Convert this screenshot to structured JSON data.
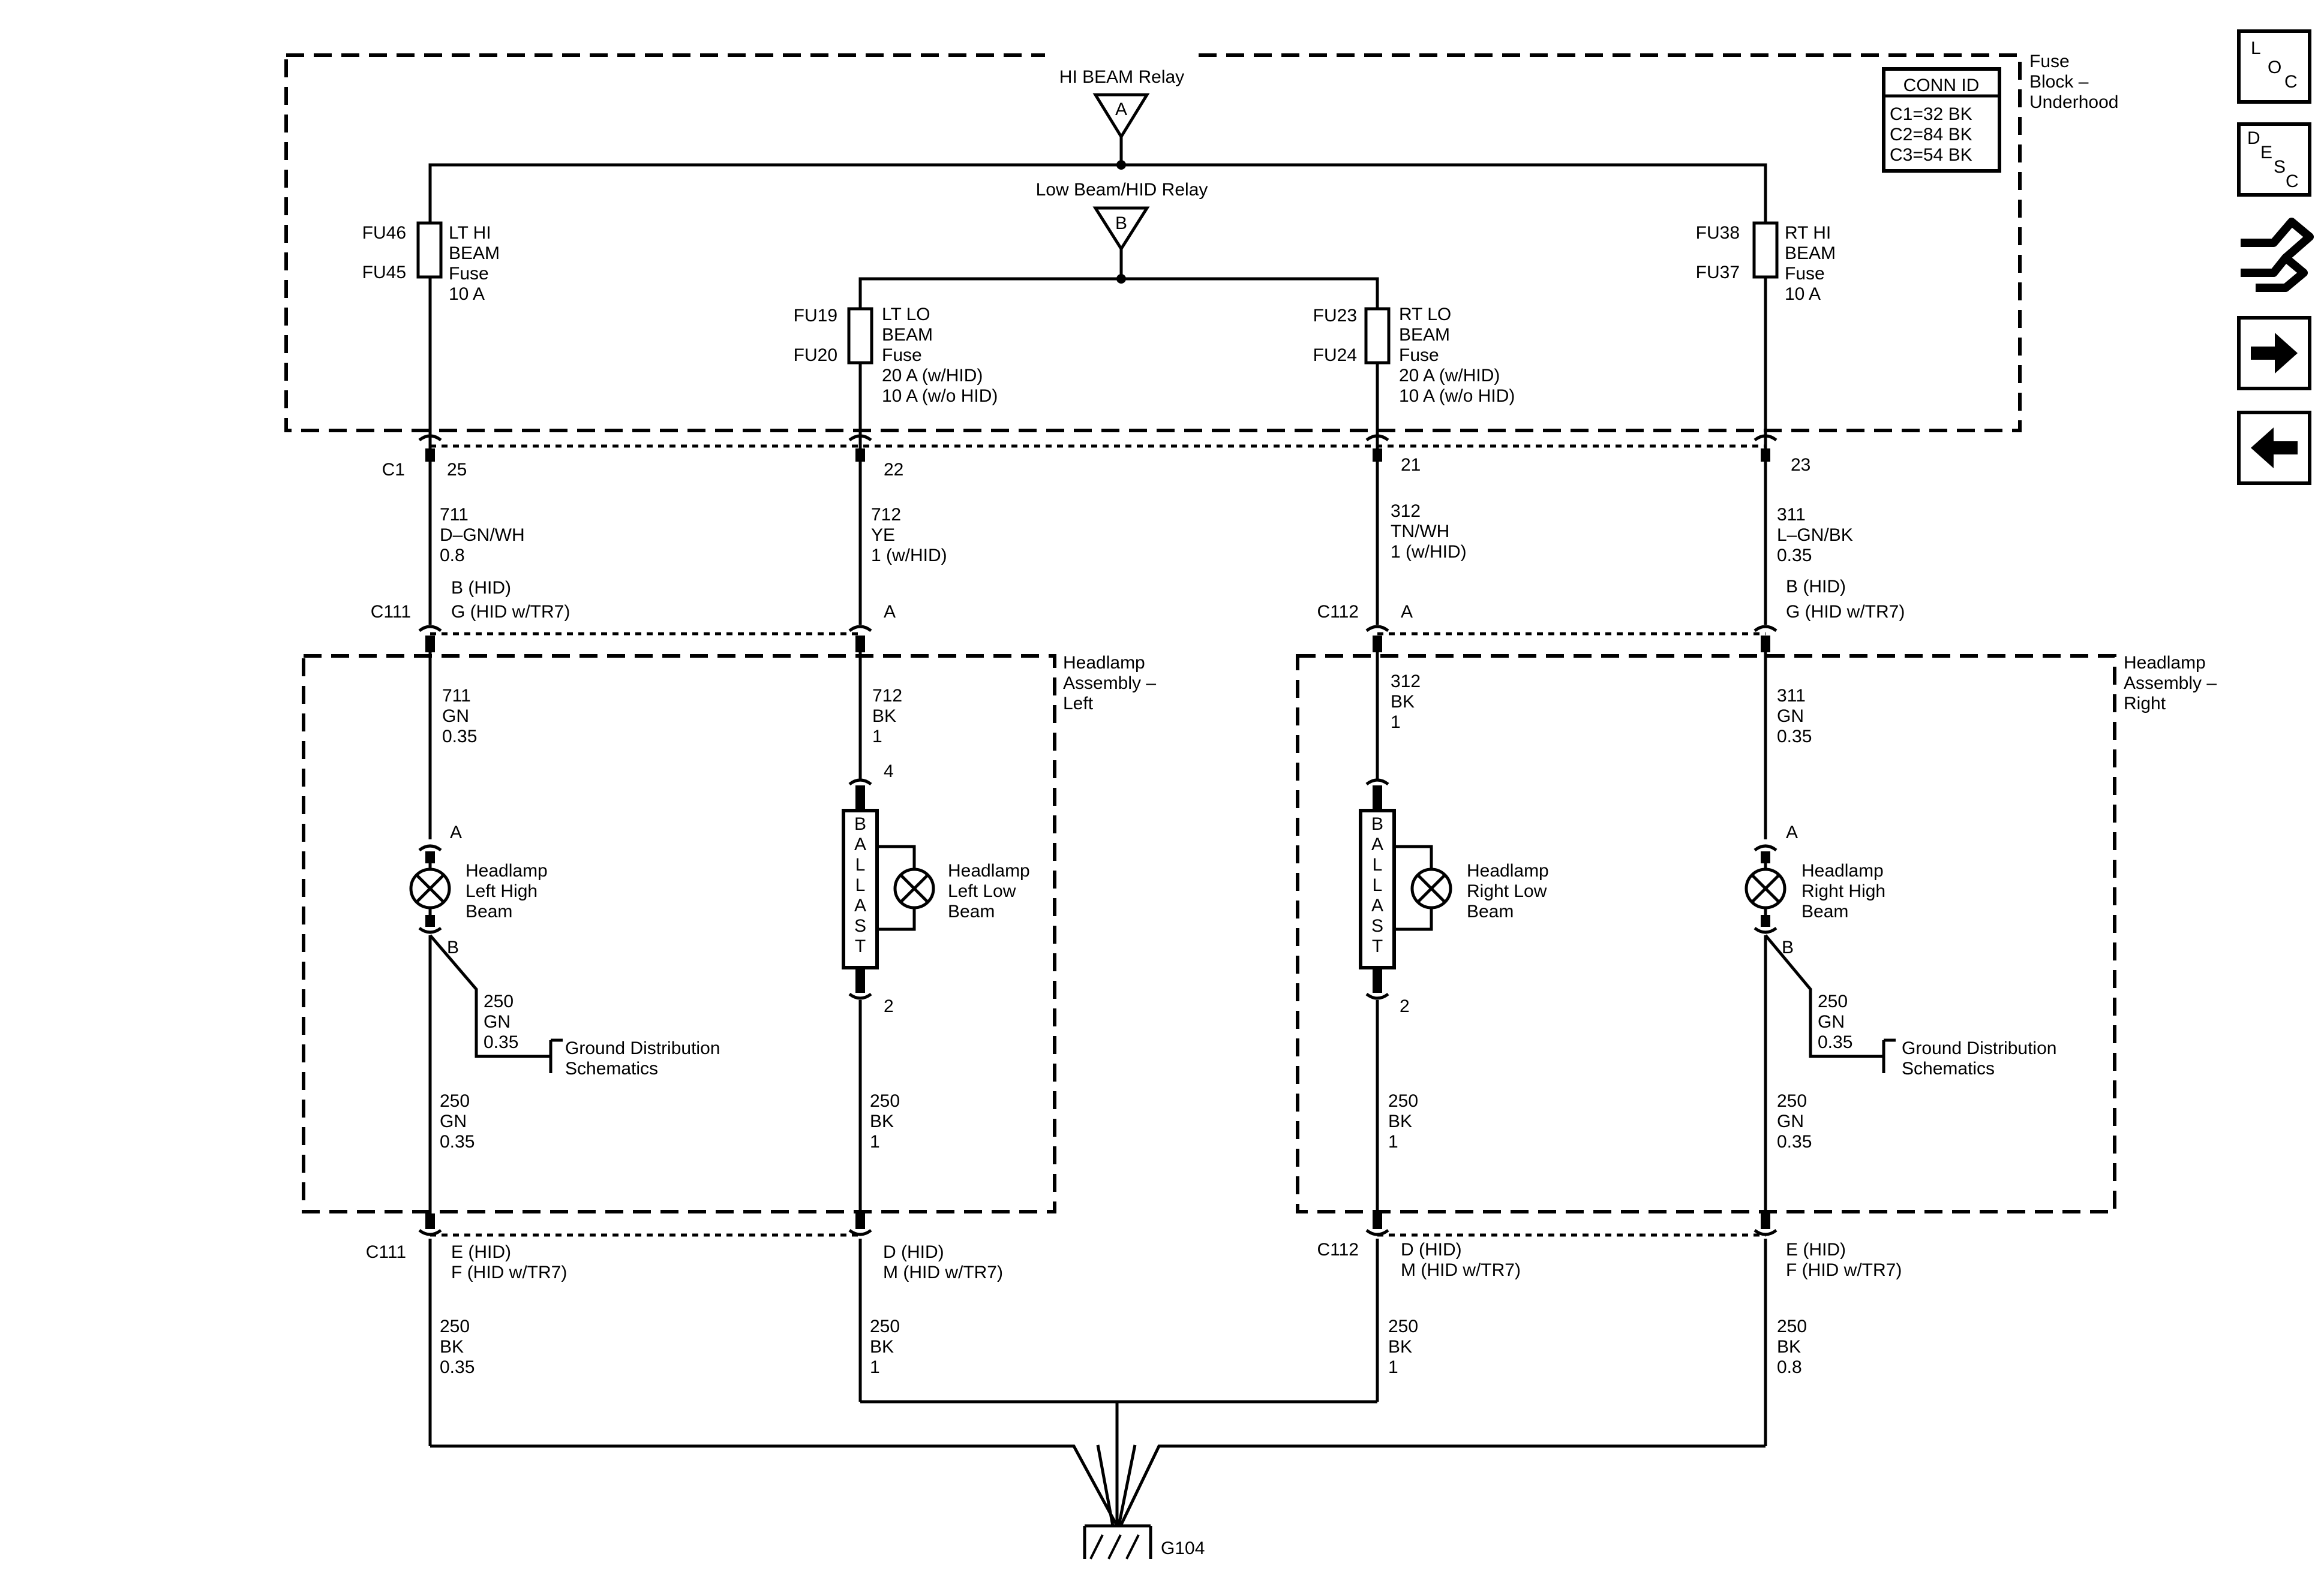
{
  "fuse_block": {
    "label": [
      "Fuse",
      "Block –",
      "Underhood"
    ],
    "conn_id": {
      "title": "CONN ID",
      "rows": [
        "C1=32 BK",
        "C2=84 BK",
        "C3=54 BK"
      ]
    }
  },
  "relays": {
    "hi_beam": {
      "label": "HI BEAM Relay",
      "pin": "A"
    },
    "low_beam": {
      "label": "Low Beam/HID Relay",
      "pin": "B"
    }
  },
  "fuses": {
    "lt_hi": {
      "top_id": "FU46",
      "bottom_id": "FU45",
      "lines": [
        "LT HI",
        "BEAM",
        "Fuse",
        "10 A"
      ]
    },
    "lt_lo": {
      "top_id": "FU19",
      "bottom_id": "FU20",
      "lines": [
        "LT LO",
        "BEAM",
        "Fuse",
        "20 A (w/HID)",
        "10 A (w/o HID)"
      ]
    },
    "rt_lo": {
      "top_id": "FU23",
      "bottom_id": "FU24",
      "lines": [
        "RT LO",
        "BEAM",
        "Fuse",
        "20 A (w/HID)",
        "10 A (w/o HID)"
      ]
    },
    "rt_hi": {
      "top_id": "FU38",
      "bottom_id": "FU37",
      "lines": [
        "RT HI",
        "BEAM",
        "Fuse",
        "10 A"
      ]
    }
  },
  "connector_c1": {
    "name": "C1",
    "pins": {
      "lt_hi": "25",
      "lt_lo": "22",
      "rt_lo": "21",
      "rt_hi": "23"
    }
  },
  "wires_c1": {
    "lt_hi": [
      "711",
      "D–GN/WH",
      "0.8"
    ],
    "lt_lo": [
      "712",
      "YE",
      "1 (w/HID)"
    ],
    "rt_lo": [
      "312",
      "TN/WH",
      "1 (w/HID)"
    ],
    "rt_hi": [
      "311",
      "L–GN/BK",
      "0.35"
    ]
  },
  "connector_top": {
    "left_name": "C111",
    "right_name": "C112",
    "lt_hi": [
      "B (HID)",
      "G (HID w/TR7)"
    ],
    "lt_lo": "A",
    "rt_lo": "A",
    "rt_hi": [
      "B (HID)",
      "G (HID w/TR7)"
    ]
  },
  "assemblies": {
    "left": [
      "Headlamp",
      "Assembly –",
      "Left"
    ],
    "right": [
      "Headlamp",
      "Assembly –",
      "Right"
    ]
  },
  "wires_inside_top": {
    "lt_hi": [
      "711",
      "GN",
      "0.35"
    ],
    "lt_lo": [
      "712",
      "BK",
      "1"
    ],
    "rt_lo": [
      "312",
      "BK",
      "1"
    ],
    "rt_hi": [
      "311",
      "GN",
      "0.35"
    ]
  },
  "ballast": {
    "letters": [
      "B",
      "A",
      "L",
      "L",
      "A",
      "S",
      "T"
    ],
    "left_in_pin": "4",
    "left_out_pin": "2",
    "right_out_pin": "2"
  },
  "lamps": {
    "left_high": {
      "name": [
        "Headlamp",
        "Left High",
        "Beam"
      ],
      "pin_a": "A",
      "pin_b": "B"
    },
    "left_low": {
      "name": [
        "Headlamp",
        "Left Low",
        "Beam"
      ]
    },
    "right_low": {
      "name": [
        "Headlamp",
        "Right Low",
        "Beam"
      ]
    },
    "right_high": {
      "name": [
        "Headlamp",
        "Right High",
        "Beam"
      ],
      "pin_a": "A",
      "pin_b": "B"
    }
  },
  "ground_branch": {
    "left_wire": [
      "250",
      "GN",
      "0.35"
    ],
    "right_wire": [
      "250",
      "GN",
      "0.35"
    ],
    "target": [
      "Ground Distribution",
      "Schematics"
    ]
  },
  "wires_inside_bottom": {
    "lt_hi": [
      "250",
      "GN",
      "0.35"
    ],
    "lt_lo": [
      "250",
      "BK",
      "1"
    ],
    "rt_lo": [
      "250",
      "BK",
      "1"
    ],
    "rt_hi": [
      "250",
      "GN",
      "0.35"
    ]
  },
  "connector_bottom": {
    "left_name": "C111",
    "right_name": "C112",
    "lt_hi": [
      "E (HID)",
      "F (HID w/TR7)"
    ],
    "lt_lo": [
      "D (HID)",
      "M (HID w/TR7)"
    ],
    "rt_lo": [
      "D (HID)",
      "M (HID w/TR7)"
    ],
    "rt_hi": [
      "E (HID)",
      "F (HID w/TR7)"
    ]
  },
  "wires_ground": {
    "lt_hi": [
      "250",
      "BK",
      "0.35"
    ],
    "lt_lo": [
      "250",
      "BK",
      "1"
    ],
    "rt_lo": [
      "250",
      "BK",
      "1"
    ],
    "rt_hi": [
      "250",
      "BK",
      "0.8"
    ]
  },
  "ground": {
    "label": "G104"
  },
  "nav": {
    "loc": [
      "L",
      "O",
      "C"
    ],
    "desc": [
      "D",
      "E",
      "S",
      "C"
    ],
    "icons": [
      "loc-button",
      "desc-button",
      "connector-button",
      "next-page-arrow",
      "previous-page-arrow"
    ]
  }
}
